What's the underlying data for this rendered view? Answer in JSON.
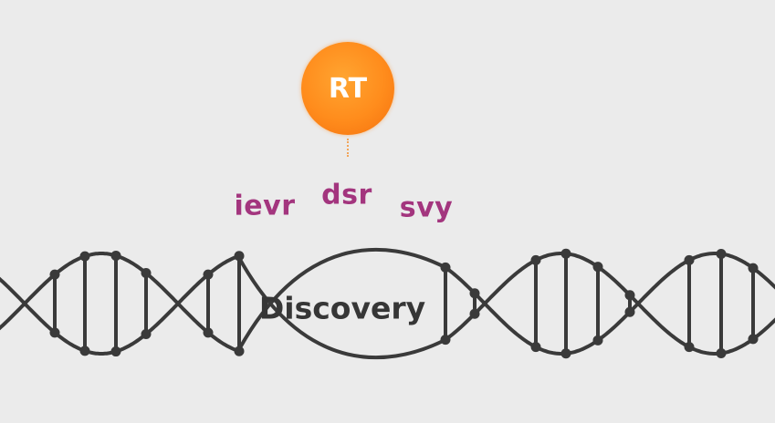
{
  "badge": {
    "label": "RT",
    "color": "#ff8c1c"
  },
  "labels": [
    "ievr",
    "dsr",
    "svy"
  ],
  "label_color": "#a3357e",
  "center_label": "Discovery",
  "helix_color": "#3a3a3a"
}
